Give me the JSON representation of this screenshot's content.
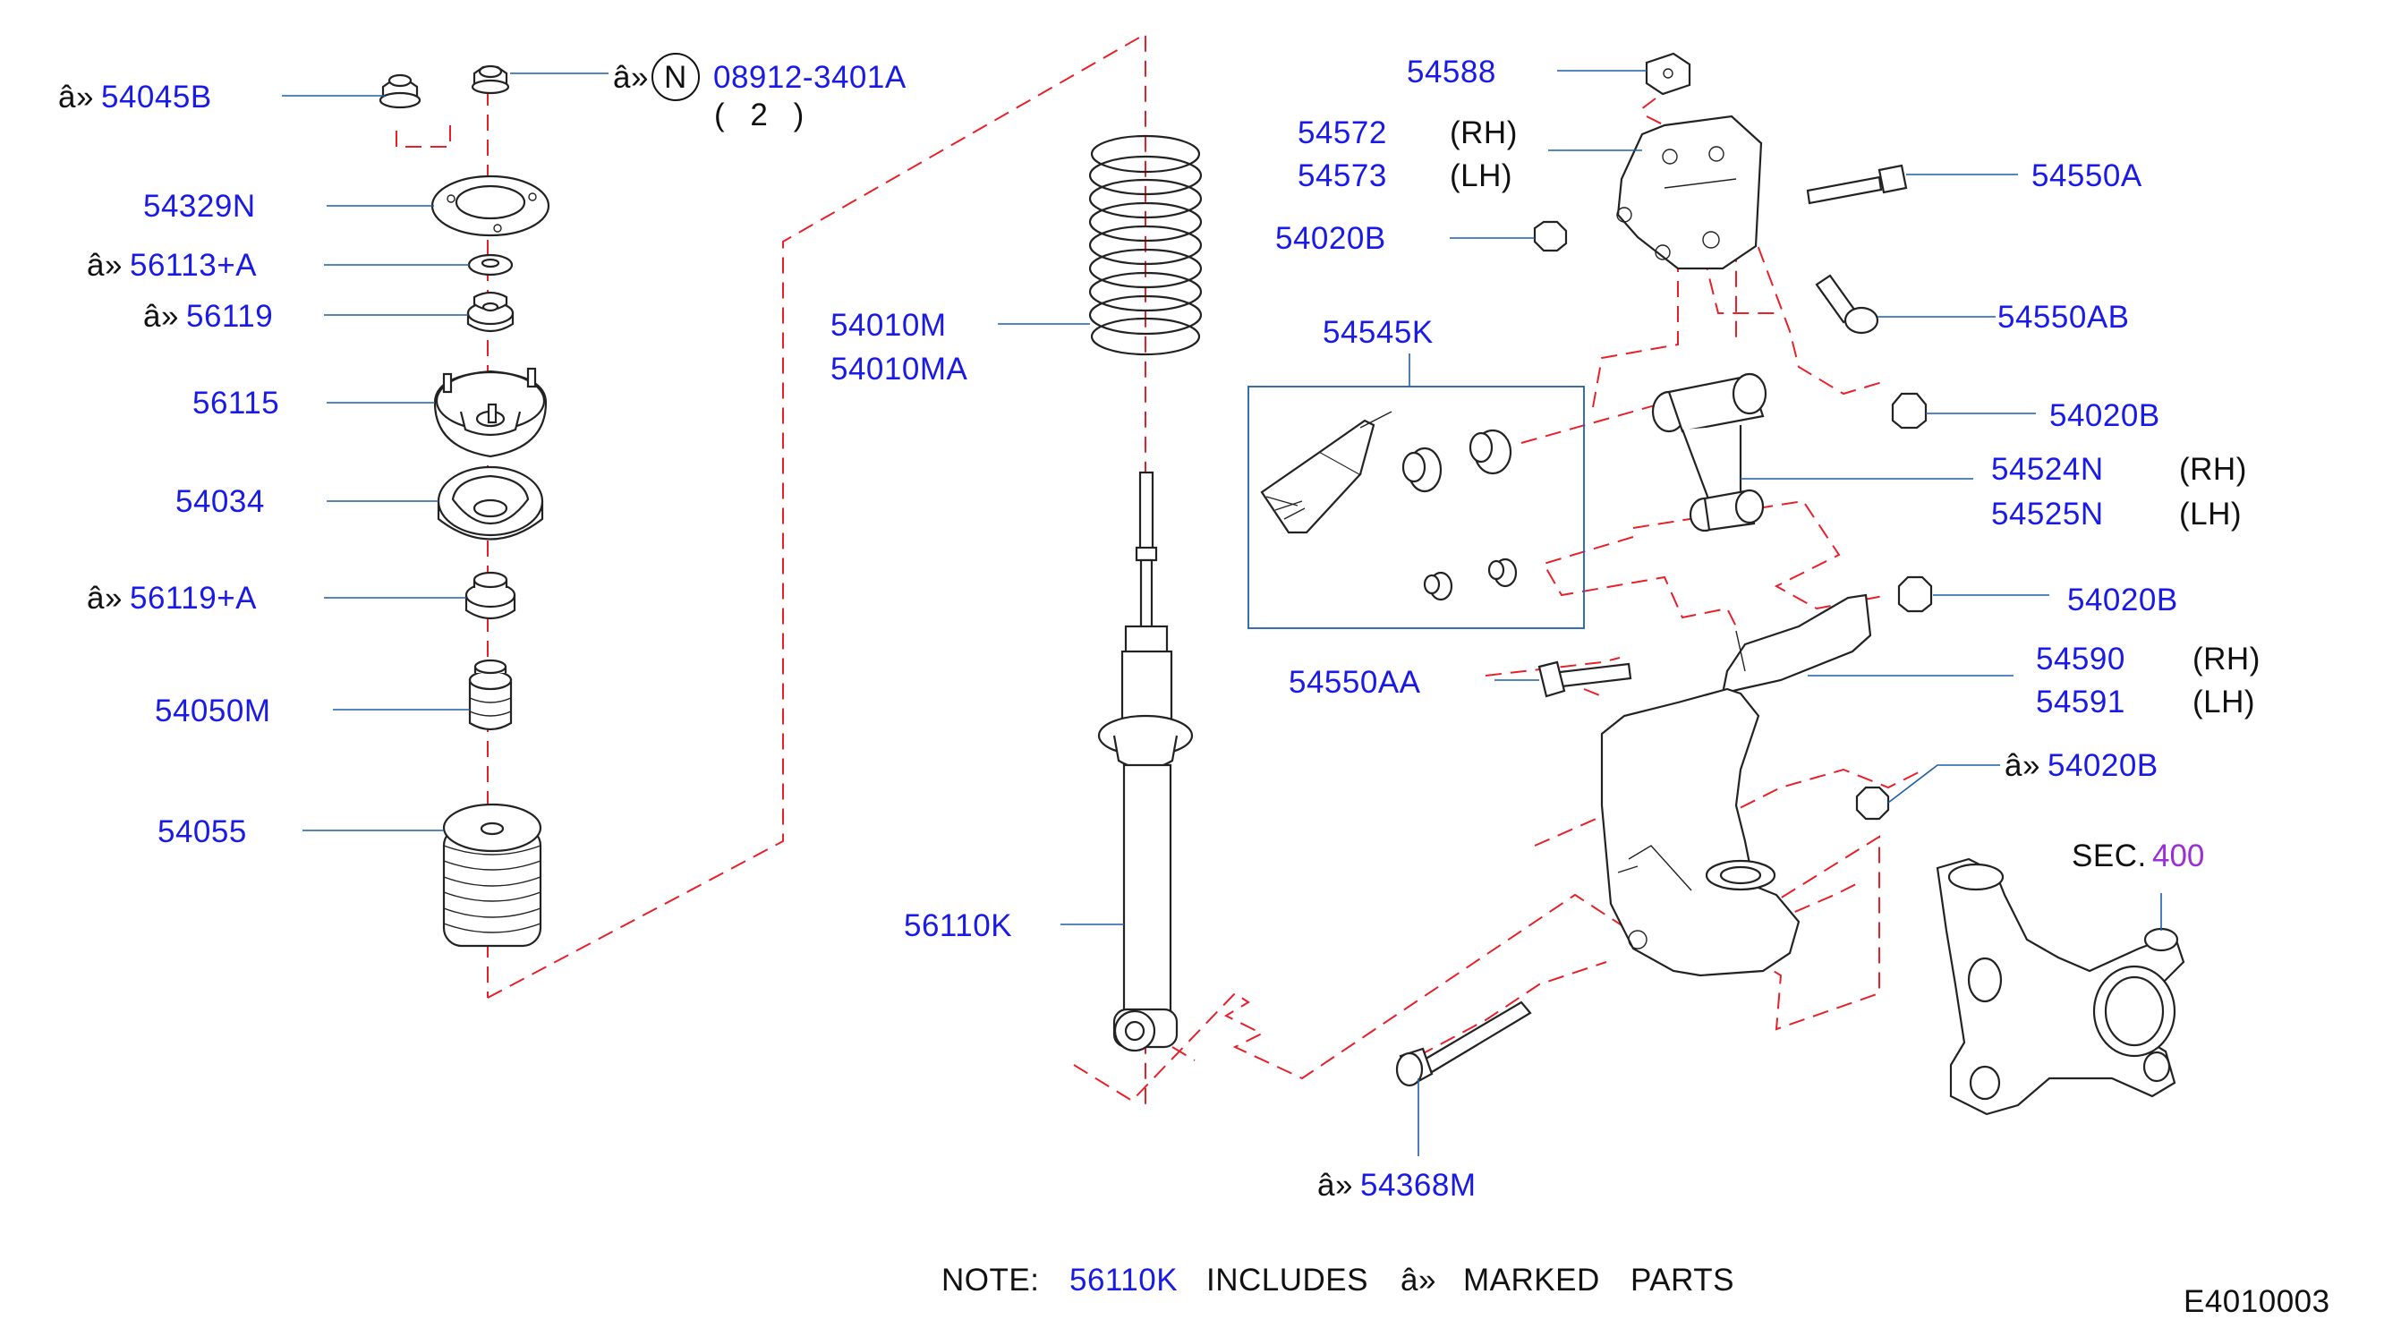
{
  "labels": {
    "p54045B": "54045B",
    "p08912": "08912-3401A",
    "p08912_qty": "( 2 )",
    "n_circle": "N",
    "p54329N": "54329N",
    "p56113A": "56113+A",
    "p56119": "56119",
    "p56115": "56115",
    "p54034": "54034",
    "p56119A": "56119+A",
    "p54050M": "54050M",
    "p54055": "54055",
    "p54010M": "54010M",
    "p54010MA": "54010MA",
    "p56110K": "56110K",
    "p54588": "54588",
    "p54572": "54572",
    "p54573": "54573",
    "p54020B_a": "54020B",
    "p54550A": "54550A",
    "p54550AB": "54550AB",
    "p54545K": "54545K",
    "p54020B_b": "54020B",
    "p54524N": "54524N",
    "p54525N": "54525N",
    "p54020B_c": "54020B",
    "p54550AA": "54550AA",
    "p54590": "54590",
    "p54591": "54591",
    "p54020B_d": "54020B",
    "sec": "SEC.",
    "sec_num": "400",
    "p54368M": "54368M",
    "rh": "(RH)",
    "lh": "(LH)",
    "marker": "â»"
  },
  "note": {
    "prefix": "NOTE:",
    "part": "56110K",
    "includes": "INCLUDES",
    "marker": "â»",
    "marked": "MARKED",
    "parts": "PARTS"
  },
  "drawing_id": "E4010003",
  "colors": {
    "part_number": "#1a1ae6",
    "leader": "#1f5fa8",
    "dashed_guide": "#e8202a",
    "section_number": "#9b2fd6",
    "text": "#111111"
  }
}
